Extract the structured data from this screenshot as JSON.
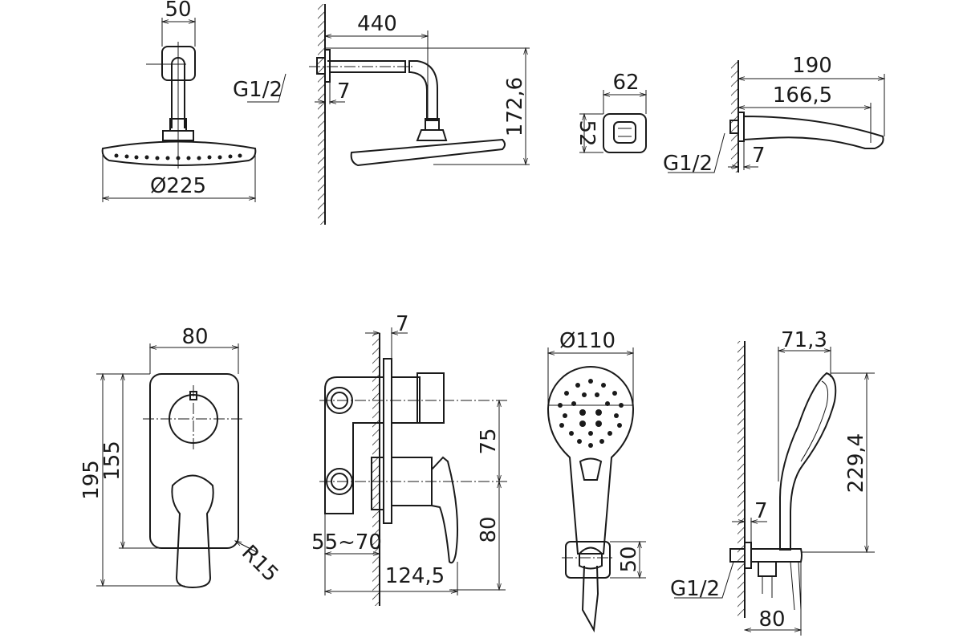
{
  "colors": {
    "ink": "#1a1a1a",
    "background": "#ffffff"
  },
  "overhead_shower_front": {
    "arm_width": "50",
    "head_diameter": "Ø225"
  },
  "overhead_shower_side": {
    "arm_length": "440",
    "height": "172,6",
    "thread": "G1/2",
    "flange": "7"
  },
  "wall_connector": {
    "width": "62",
    "height": "52"
  },
  "spout": {
    "total_length": "190",
    "projection": "166,5",
    "thread": "G1/2",
    "flange": "7"
  },
  "mixer_front": {
    "width": "80",
    "total_height": "195",
    "plate_height": "155",
    "radius": "R15"
  },
  "mixer_side": {
    "plate": "7",
    "axis_distance": "75",
    "lever_drop": "80",
    "install_depth": "55~70",
    "total_depth": "124,5"
  },
  "hand_shower_front": {
    "diameter": "Ø110",
    "holder_height": "50"
  },
  "hand_shower_side": {
    "width": "71,3",
    "height": "229,4",
    "flange": "7",
    "thread": "G1/2",
    "holder_depth": "80"
  }
}
